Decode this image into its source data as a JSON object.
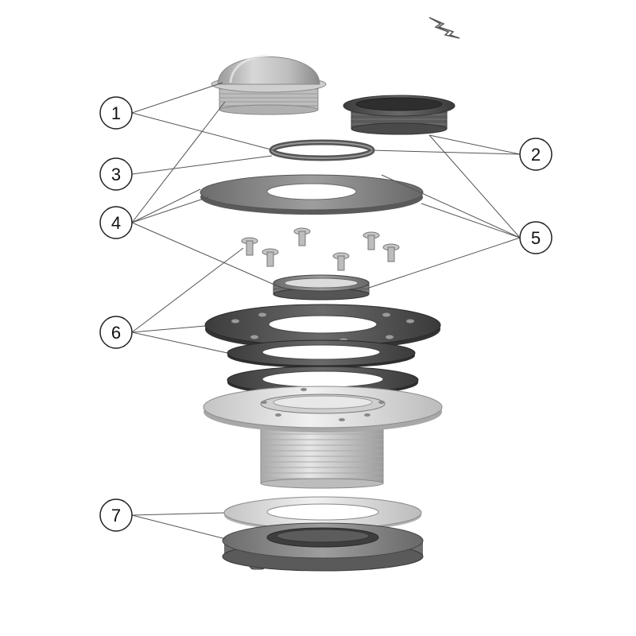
{
  "diagram": {
    "icon": "lightning-bolt-icon",
    "callouts": [
      "1",
      "2",
      "3",
      "4",
      "5",
      "6",
      "7"
    ]
  },
  "colors": {
    "background": "#ffffff",
    "dark_part": "#4a4a4a",
    "mid_part": "#7a7a7a",
    "light_part": "#d4d4d4",
    "leader_line": "#555555"
  }
}
